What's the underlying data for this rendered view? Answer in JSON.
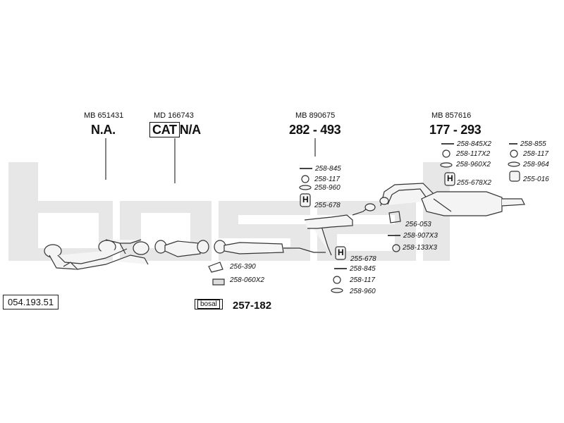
{
  "watermark": "bosal",
  "logo_text": "bosal",
  "ref_number": "054.193.51",
  "headers": [
    {
      "mb": "MB 651431",
      "big": "N.A."
    },
    {
      "mb": "MD 166743",
      "cat": "CAT",
      "big": "N/A"
    },
    {
      "mb": "MB 890675",
      "big": "282 - 493"
    },
    {
      "mb": "MB 857616",
      "big": "177 - 293"
    }
  ],
  "parts": {
    "front_fit_1": "256-390",
    "front_fit_2": "258-060X2",
    "bosal_ref": "257-182",
    "mid_top_1": "258-845",
    "mid_top_2": "258-117",
    "mid_top_3": "258-960",
    "mid_top_4": "255-678",
    "mid_bot_1": "255-678",
    "mid_bot_2": "258-845",
    "mid_bot_3": "258-117",
    "mid_bot_4": "258-960",
    "rear_l_1": "258-845X2",
    "rear_l_2": "258-117X2",
    "rear_l_3": "258-960X2",
    "rear_l_4": "255-678X2",
    "rear_r_1": "258-855",
    "rear_r_2": "258-117",
    "rear_r_3": "258-964",
    "rear_r_4": "255-016",
    "rear_c_1": "256-053",
    "rear_c_2": "258-907X3",
    "rear_c_3": "258-133X3"
  },
  "colors": {
    "watermark": "#e7e7e7",
    "line": "#333333",
    "pipe_fill": "#f2f2f2"
  }
}
